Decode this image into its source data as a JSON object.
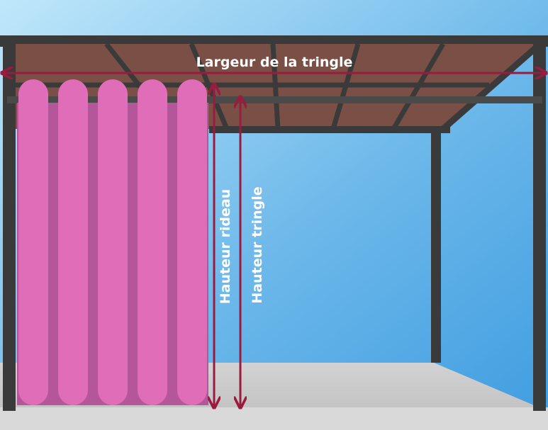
{
  "labels": {
    "rod_width": "Largeur de la tringle",
    "curtain_height": "Hauteur rideau",
    "rod_height": "Hauteur tringle"
  },
  "colors": {
    "sky_top": "#a9def6",
    "sky_bottom": "#3b9ad9",
    "frame": "#3a3a3a",
    "roof": "#7a4f46",
    "curtain": "#e06db8",
    "curtain_shadow": "#b3579a",
    "arrow": "#9b1b3f",
    "floor": "#c8c8c8"
  },
  "curtain_panels": 5
}
